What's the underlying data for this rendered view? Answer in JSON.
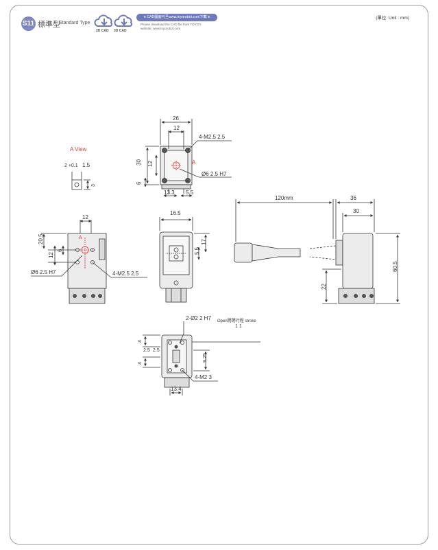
{
  "header": {
    "badge": "S11",
    "type_cn": "標準型",
    "type_en": "Standard Type",
    "cad_2d": "2D CAD",
    "cad_3d": "3D CAD",
    "download_pill": "● CAD圖面可至www.toyorobot.com下載 ●",
    "download_line1": "Please download the CAD file from TOYO's",
    "download_line2": "website: www.toyorobot.com",
    "unit": "(單位: Unit : mm)"
  },
  "dims": {
    "top_width": "26",
    "top_inner": "12",
    "top_screw": "4-M2.5  2.5",
    "top_h30": "30",
    "top_h12": "12",
    "top_h6": "6",
    "top_133": "13.3",
    "top_55": "5.5",
    "top_pin": "Ø6  2.5 H7",
    "a_label": "A",
    "aview_title": "A View",
    "aview_tol": "2 +0.1",
    "aview_15": "1.5",
    "aview_3": "3",
    "front_12": "12",
    "front_205": "20.5",
    "front_6": "6",
    "front_12v": "12",
    "front_pin": "Ø6  2.5 H7",
    "front_screw": "4-M2.5  2.5",
    "side_165": "16.5",
    "side_17": "17",
    "side_55": "5.5",
    "right_cable": "120mm",
    "right_36": "36",
    "right_30": "30",
    "right_605": "60.5",
    "right_22": "22",
    "bot_pin": "2-Ø2  2 H7",
    "bot_stroke_label": "Open開閉行程 stroke",
    "bot_stroke": "1  1",
    "bot_4a": "4",
    "bot_4b": "4",
    "bot_25a": "2.5",
    "bot_25b": "2.5",
    "bot_925": "9.25",
    "bot_screw": "4-M2  3",
    "bot_134": "13.4"
  }
}
